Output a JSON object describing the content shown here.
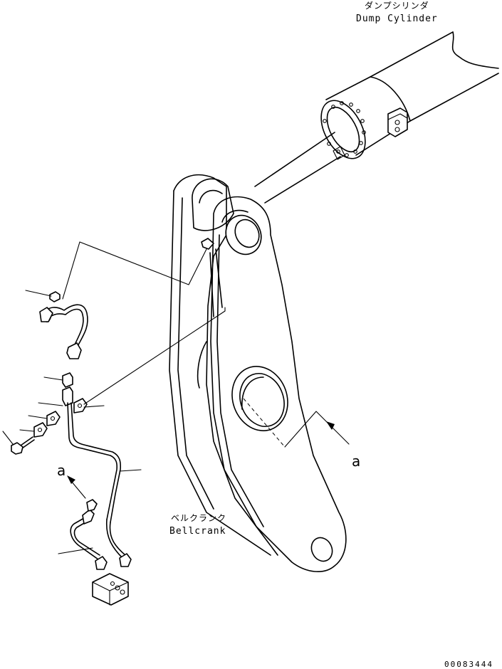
{
  "labels": {
    "dump_cylinder_jp": "ダンプシリンダ",
    "dump_cylinder_en": "Dump Cylinder",
    "bellcrank_jp": "ベルクランク",
    "bellcrank_en": "Bellcrank",
    "view_marker": "a",
    "view_marker_2": "a",
    "drawing_number": "00083444"
  },
  "icons": {
    "arrow": "view-direction-arrow"
  },
  "colors": {
    "line": "#000000",
    "background": "#ffffff"
  }
}
